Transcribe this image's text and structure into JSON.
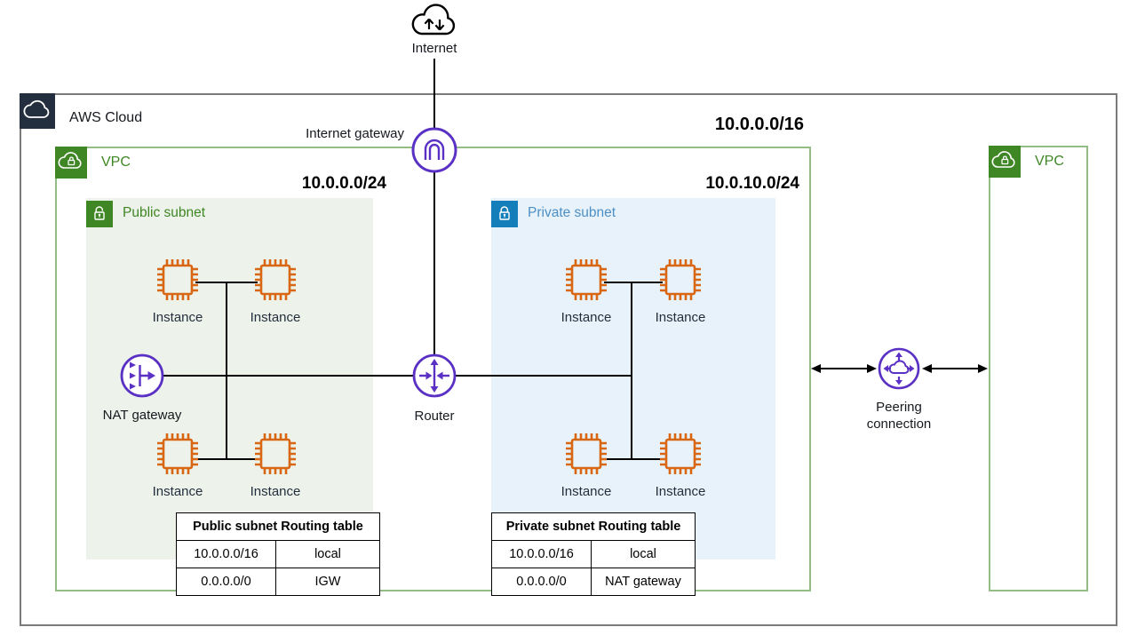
{
  "internet": {
    "label": "Internet"
  },
  "aws_cloud": {
    "label": "AWS Cloud"
  },
  "vpc_main": {
    "label": "VPC",
    "cidr": "10.0.0.0/16"
  },
  "vpc_peer": {
    "label": "VPC"
  },
  "internet_gateway": {
    "label": "Internet gateway"
  },
  "router": {
    "label": "Router"
  },
  "nat_gateway": {
    "label": "NAT gateway"
  },
  "peering": {
    "label_line1": "Peering",
    "label_line2": "connection"
  },
  "public_subnet": {
    "label": "Public subnet",
    "cidr": "10.0.0.0/24",
    "instances": [
      "Instance",
      "Instance",
      "Instance",
      "Instance"
    ],
    "routing_table": {
      "title": "Public subnet Routing table",
      "rows": [
        [
          "10.0.0.0/16",
          "local"
        ],
        [
          "0.0.0.0/0",
          "IGW"
        ]
      ]
    }
  },
  "private_subnet": {
    "label": "Private subnet",
    "cidr": "10.0.10.0/24",
    "instances": [
      "Instance",
      "Instance",
      "Instance",
      "Instance"
    ],
    "routing_table": {
      "title": "Private subnet Routing table",
      "rows": [
        [
          "10.0.0.0/16",
          "local"
        ],
        [
          "0.0.0.0/0",
          "NAT gateway"
        ]
      ]
    }
  },
  "icons": {
    "internet": "cloud-up-down-arrows-icon",
    "aws_cloud": "aws-cloud-icon",
    "vpc": "vpc-cloud-lock-icon",
    "public_subnet": "unlocked-padlock-icon",
    "private_subnet": "locked-padlock-icon",
    "instance": "ec2-instance-chip-icon",
    "internet_gateway": "gateway-arch-icon",
    "nat_gateway": "nat-gateway-icon",
    "router": "router-arrows-icon",
    "peering": "peering-connection-icon"
  },
  "colors": {
    "aws_border": "#7b7b7b",
    "aws_icon_bg": "#232f3e",
    "vpc_border": "#93bd85",
    "vpc_green": "#3f8624",
    "public_subnet_bg": "#edf3ea",
    "private_subnet_bg": "#e8f2fa",
    "private_blue": "#147eba",
    "private_label_blue": "#4d8fc4",
    "instance_orange": "#d86613",
    "network_purple": "#5a31c4",
    "line_black": "#000000"
  }
}
